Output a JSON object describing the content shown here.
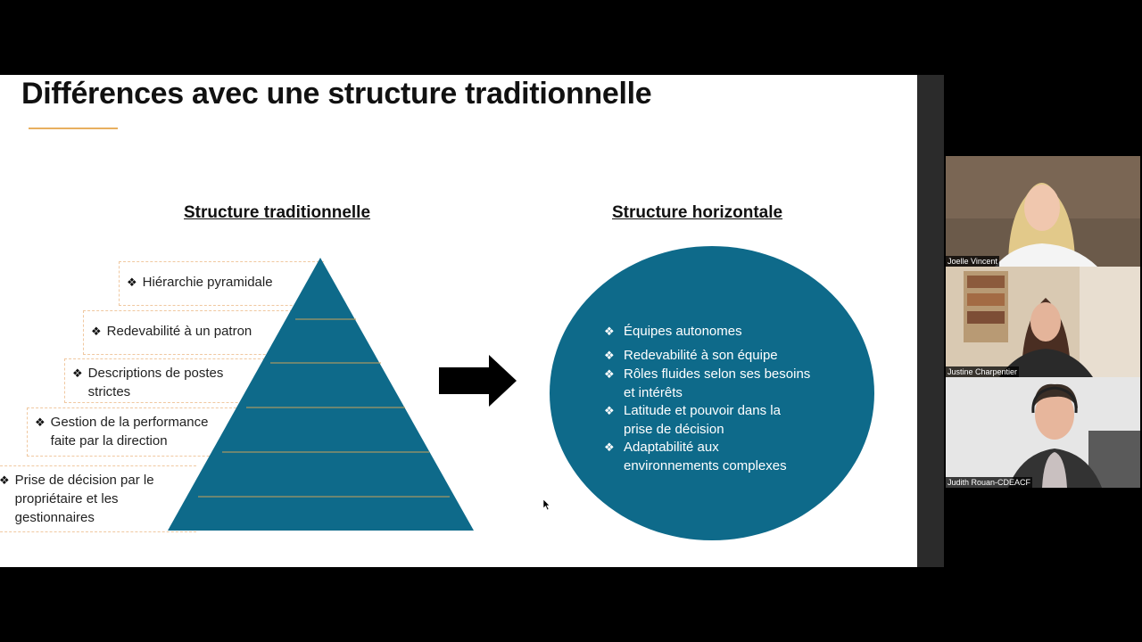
{
  "slide": {
    "title": "Différences avec une structure traditionnelle",
    "left_heading": "Structure traditionnelle",
    "right_heading": "Structure  horizontale",
    "bullet": "❖",
    "pyramid_items": [
      [
        "Hiérarchie pyramidale"
      ],
      [
        "Redevabilité à un patron"
      ],
      [
        "Descriptions de postes",
        "strictes"
      ],
      [
        "Gestion de la performance",
        "faite par la direction"
      ],
      [
        "Prise de décision par le",
        "propriétaire et les",
        "gestionnaires"
      ]
    ],
    "circle_items": [
      [
        "Équipes autonomes"
      ],
      [
        "Redevabilité à son équipe"
      ],
      [
        "Rôles fluides selon ses besoins",
        "et intérêts"
      ],
      [
        "Latitude et pouvoir dans la",
        "prise de décision"
      ],
      [
        "Adaptabilité aux",
        "environnements complexes"
      ]
    ],
    "colors": {
      "pyramid": "#0e6a8a",
      "circle": "#0e6a8a",
      "accent": "#e8b060"
    }
  },
  "participants": [
    {
      "name": "Joelle Vincent"
    },
    {
      "name": "Justine Charpentier"
    },
    {
      "name": "Judith Rouan-CDEACF"
    }
  ]
}
